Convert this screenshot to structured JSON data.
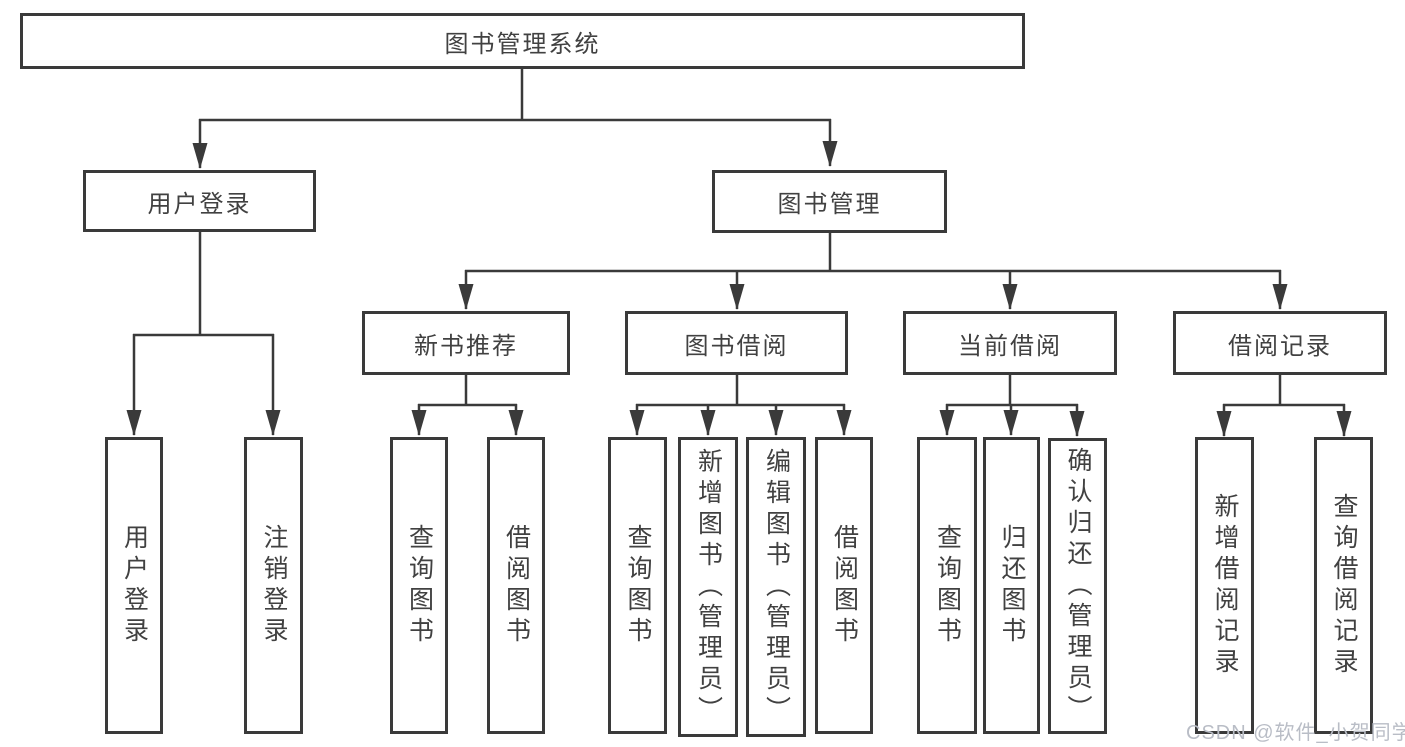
{
  "diagram": {
    "title": "图书管理系统",
    "root": {
      "label": "图书管理系统"
    },
    "branches": [
      {
        "label": "用户登录",
        "children": [
          {
            "label": "用户登录"
          },
          {
            "label": "注销登录"
          }
        ]
      },
      {
        "label": "图书管理",
        "children": [
          {
            "label": "新书推荐",
            "children": [
              {
                "label": "查询图书"
              },
              {
                "label": "借阅图书"
              }
            ]
          },
          {
            "label": "图书借阅",
            "children": [
              {
                "label": "查询图书"
              },
              {
                "label": "新增图书（管理员）"
              },
              {
                "label": "编辑图书（管理员）"
              },
              {
                "label": "借阅图书"
              }
            ]
          },
          {
            "label": "当前借阅",
            "children": [
              {
                "label": "查询图书"
              },
              {
                "label": "归还图书"
              },
              {
                "label": "确认归还（管理员）"
              }
            ]
          },
          {
            "label": "借阅记录",
            "children": [
              {
                "label": "新增借阅记录"
              },
              {
                "label": "查询借阅记录"
              }
            ]
          }
        ]
      }
    ]
  },
  "watermark": {
    "text": "CSDN @软件_小贺同学"
  },
  "colors": {
    "line": "#3a3a3a",
    "text": "#414141",
    "watermark": "#b9bdc6",
    "background": "#ffffff"
  }
}
